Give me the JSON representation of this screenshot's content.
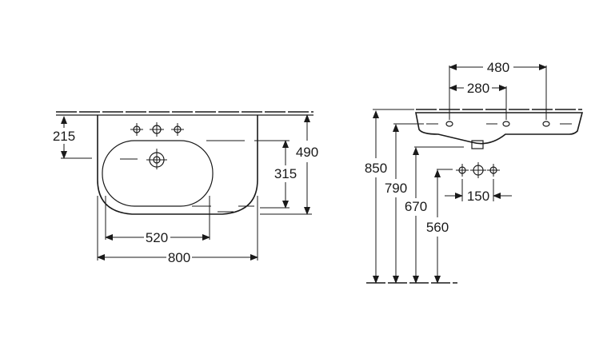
{
  "front_view": {
    "dims": {
      "width_total": "800",
      "width_bowl": "520",
      "height_490": "490",
      "height_315": "315",
      "height_215": "215"
    }
  },
  "side_view": {
    "dims": {
      "tap_480": "480",
      "tap_280": "280",
      "hole_150": "150",
      "height_850": "850",
      "height_790": "790",
      "height_670": "670",
      "height_560": "560"
    }
  },
  "colors": {
    "line": "#1a1a1a",
    "background": "#ffffff"
  }
}
